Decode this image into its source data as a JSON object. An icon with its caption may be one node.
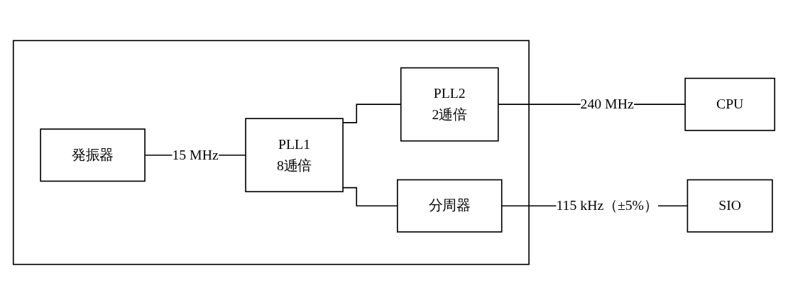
{
  "diagram": {
    "nodes": [
      {
        "text": [],
        "shape": "box"
      },
      {
        "text": [
          "発振器"
        ],
        "in": 0
      },
      {
        "text": [
          "PLL1",
          "8逓倍"
        ],
        "in": 0
      },
      {
        "text": [
          "PLL2",
          "2逓倍"
        ],
        "in": 0
      },
      {
        "text": [
          "分周器"
        ],
        "in": 0
      },
      {
        "text": [
          "CPU"
        ]
      },
      {
        "text": [
          "SIO"
        ]
      }
    ],
    "edges": [
      {
        "from": 1,
        "to": 2,
        "arrow": "none",
        "label": "15 MHz"
      },
      {
        "from": 2,
        "to": 3,
        "arrow": "none"
      },
      {
        "from": 2,
        "to": 4,
        "arrow": "none"
      },
      {
        "from": 3,
        "to": 5,
        "arrow": "none",
        "label": "240 MHz"
      },
      {
        "from": 4,
        "to": 6,
        "arrow": "none",
        "label": "115 kHz（±5%）"
      }
    ]
  }
}
